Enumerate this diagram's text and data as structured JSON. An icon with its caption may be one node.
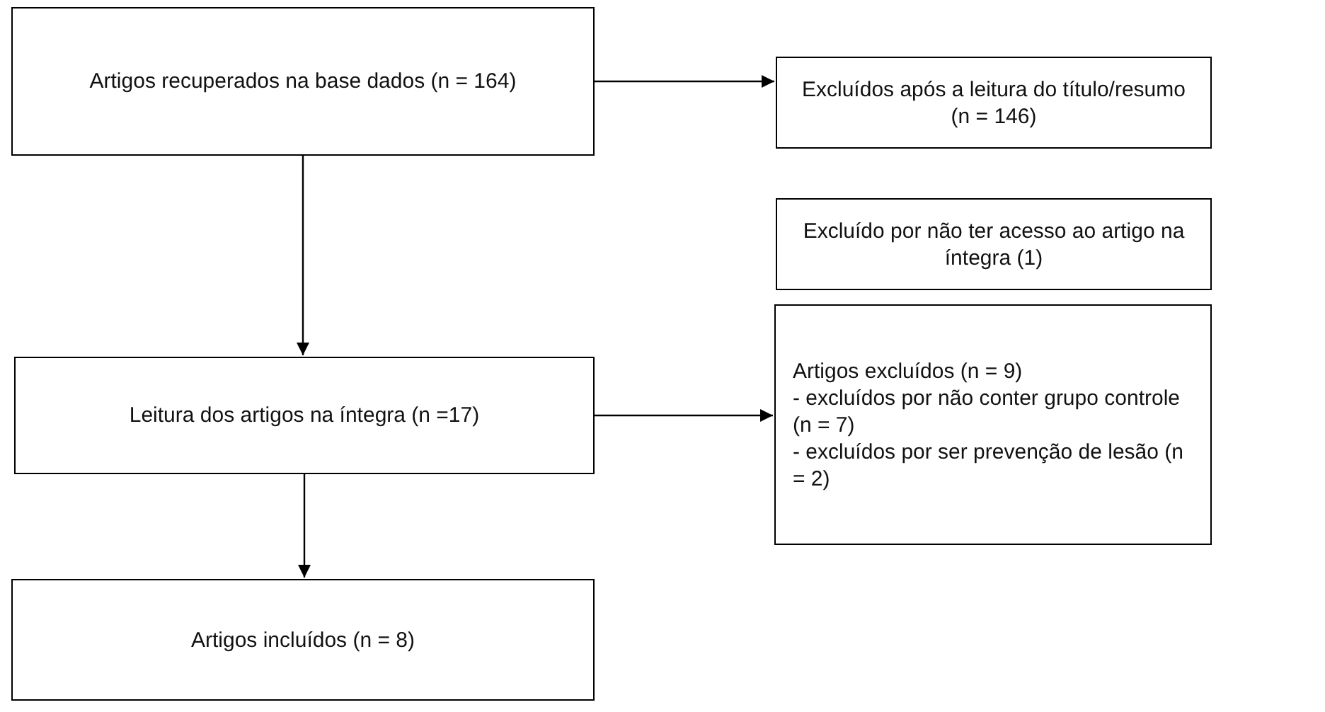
{
  "diagram": {
    "nodes": [
      {
        "text": [
          "Artigos recuperados na base dados (n = 164)"
        ]
      },
      {
        "text": [
          "Excluídos após a leitura do título/resumo (n = 146)"
        ]
      },
      {
        "text": [
          "Excluído por não ter acesso ao artigo na íntegra (1)"
        ]
      },
      {
        "text": [
          "Leitura dos artigos na íntegra (n =17)"
        ]
      },
      {
        "text": [
          "Artigos excluídos (n = 9)",
          "- excluídos por não conter grupo controle (n = 7)",
          "- excluídos por ser prevenção de lesão (n = 2)"
        ]
      },
      {
        "text": [
          "Artigos incluídos (n = 8)"
        ]
      }
    ],
    "edges": [
      {
        "from": 0,
        "to": 1,
        "arrow": "to"
      },
      {
        "from": 0,
        "to": 3,
        "arrow": "to"
      },
      {
        "from": 3,
        "to": 4,
        "arrow": "to"
      },
      {
        "from": 3,
        "to": 5,
        "arrow": "to"
      }
    ]
  }
}
